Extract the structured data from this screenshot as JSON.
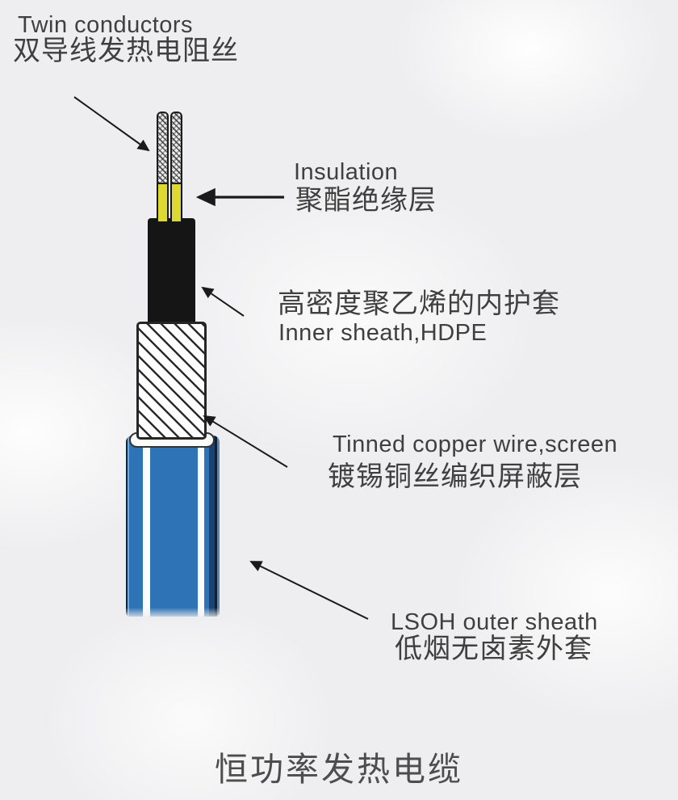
{
  "title": "恒功率发热电缆",
  "colors": {
    "bg": "#eeeef0",
    "text": "#3f3f3f",
    "sheath_blue": "#2f73b7",
    "insulation_yellow": "#ddd832",
    "inner_sheath_black": "#151515",
    "line": "#1a1a1a"
  },
  "labels": {
    "twin_conductors": {
      "en": "Twin conductors",
      "zh": "双导线发热电阻丝"
    },
    "insulation": {
      "en": "Insulation",
      "zh": "聚酯绝缘层"
    },
    "inner_sheath": {
      "zh": "高密度聚乙烯的内护套",
      "en": "Inner sheath,HDPE"
    },
    "screen": {
      "en": "Tinned copper wire,screen",
      "zh": "镀锡铜丝编织屏蔽层"
    },
    "outer_sheath": {
      "en": "LSOH outer sheath",
      "zh": "低烟无卤素外套"
    }
  }
}
